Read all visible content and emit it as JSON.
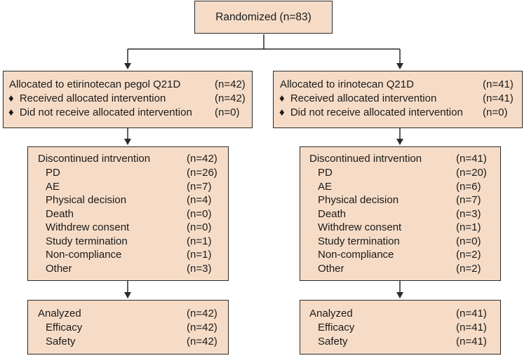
{
  "randomized": {
    "label": "Randomized (n=83)"
  },
  "left_arm": {
    "allocation": {
      "title": "Allocated to etirinotecan pegol Q21D",
      "title_n": "(n=42)",
      "rows": [
        {
          "bullet": "♦",
          "label": "Received allocated intervention",
          "n": "(n=42)"
        },
        {
          "bullet": "♦",
          "label": "Did not receive allocated intervention",
          "n": "(n=0)"
        }
      ]
    },
    "discontinued": {
      "title": "Discontinued intrvention",
      "title_n": "(n=42)",
      "rows": [
        {
          "label": "PD",
          "n": "(n=26)"
        },
        {
          "label": "AE",
          "n": "(n=7)"
        },
        {
          "label": "Physical decision",
          "n": "(n=4)"
        },
        {
          "label": "Death",
          "n": "(n=0)"
        },
        {
          "label": "Withdrew consent",
          "n": "(n=0)"
        },
        {
          "label": "Study termination",
          "n": "(n=1)"
        },
        {
          "label": "Non-compliance",
          "n": "(n=1)"
        },
        {
          "label": "Other",
          "n": "(n=3)"
        }
      ]
    },
    "analyzed": {
      "title": "Analyzed",
      "title_n": "(n=42)",
      "rows": [
        {
          "label": "Efficacy",
          "n": "(n=42)"
        },
        {
          "label": "Safety",
          "n": "(n=42)"
        }
      ]
    }
  },
  "right_arm": {
    "allocation": {
      "title": "Allocated to irinotecan Q21D",
      "title_n": "(n=41)",
      "rows": [
        {
          "bullet": "♦",
          "label": "Received allocated intervention",
          "n": "(n=41)"
        },
        {
          "bullet": "♦",
          "label": "Did not receive allocated intervention",
          "n": "(n=0)"
        }
      ]
    },
    "discontinued": {
      "title": "Discontinued intrvention",
      "title_n": "(n=41)",
      "rows": [
        {
          "label": "PD",
          "n": "(n=20)"
        },
        {
          "label": "AE",
          "n": "(n=6)"
        },
        {
          "label": "Physical decision",
          "n": "(n=7)"
        },
        {
          "label": "Death",
          "n": "(n=3)"
        },
        {
          "label": "Withdrew consent",
          "n": "(n=1)"
        },
        {
          "label": "Study termination",
          "n": "(n=0)"
        },
        {
          "label": "Non-compliance",
          "n": "(n=2)"
        },
        {
          "label": "Other",
          "n": "(n=2)"
        }
      ]
    },
    "analyzed": {
      "title": "Analyzed",
      "title_n": "(n=41)",
      "rows": [
        {
          "label": "Efficacy",
          "n": "(n=41)"
        },
        {
          "label": "Safety",
          "n": "(n=41)"
        }
      ]
    }
  },
  "colors": {
    "box_fill": "#f6dcc7",
    "border": "#2a2a2a"
  }
}
